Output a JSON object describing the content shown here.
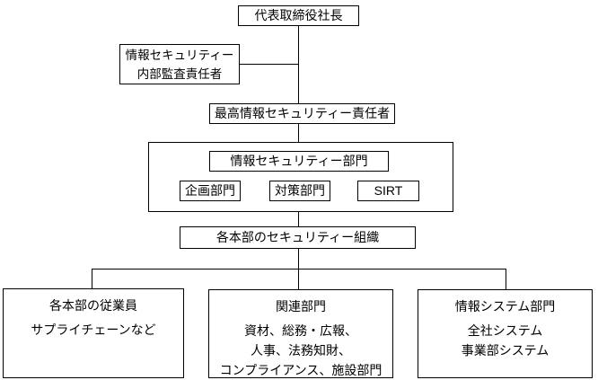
{
  "colors": {
    "border": "#000000",
    "background": "#ffffff",
    "text": "#000000"
  },
  "nodes": {
    "president": {
      "label": "代表取締役社長"
    },
    "internal_audit": {
      "line1": "情報セキュリティー",
      "line2": "内部監査責任者"
    },
    "ciso": {
      "label": "最高情報セキュリティー責任者"
    },
    "security_division": {
      "label": "情報セキュリティー部門"
    },
    "planning": {
      "label": "企画部門"
    },
    "countermeasures": {
      "label": "対策部門"
    },
    "sirt": {
      "label": "SIRT"
    },
    "hq_security_org": {
      "label": "各本部のセキュリティー組織"
    },
    "hq_employees": {
      "title": "各本部の従業員",
      "lines": [
        "サプライチェーンなど"
      ]
    },
    "related_depts": {
      "title": "関連部門",
      "lines": [
        "資材、総務・広報、",
        "人事、法務知財、",
        "コンプライアンス、施設部門"
      ]
    },
    "info_systems": {
      "title": "情報システム部門",
      "lines": [
        "全社システム",
        "事業部システム"
      ]
    }
  }
}
